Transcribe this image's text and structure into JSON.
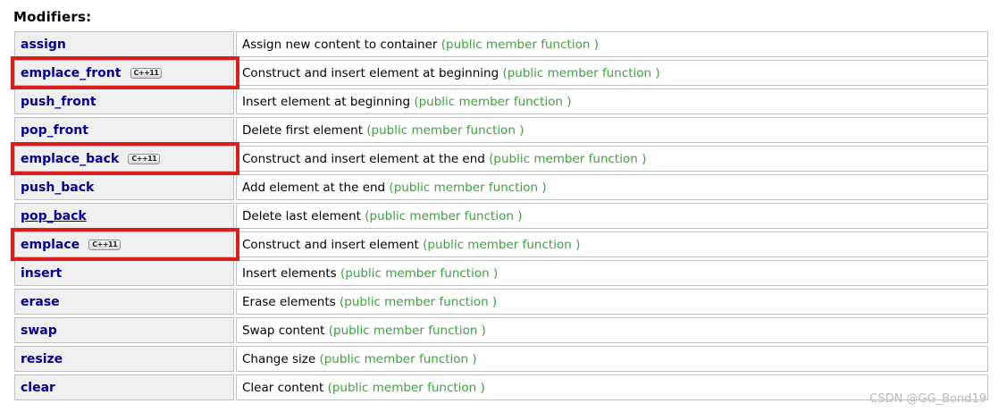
{
  "heading": "Modifiers:",
  "watermark": "CSDN @GG_Bond19",
  "colors": {
    "link_navy": "#000099",
    "member_type_green": "#3aa33a",
    "highlight_red": "#dd1c1c",
    "name_cell_bg": "#f0f0f0",
    "cell_border": "#c0c0c0",
    "watermark_gray": "#b8b8b8"
  },
  "badge_label": "C++11",
  "member_type_label": "(public member function )",
  "table": {
    "rows": [
      {
        "name": "assign",
        "badge": "",
        "description": "Assign new content to container",
        "member_type": "(public member function )",
        "highlighted": false,
        "underlined": false
      },
      {
        "name": "emplace_front",
        "badge": "C++11",
        "description": "Construct and insert element at beginning",
        "member_type": "(public member function )",
        "highlighted": true,
        "underlined": false
      },
      {
        "name": "push_front",
        "badge": "",
        "description": "Insert element at beginning",
        "member_type": "(public member function )",
        "highlighted": false,
        "underlined": false
      },
      {
        "name": "pop_front",
        "badge": "",
        "description": "Delete first element",
        "member_type": "(public member function )",
        "highlighted": false,
        "underlined": false
      },
      {
        "name": "emplace_back",
        "badge": "C++11",
        "description": "Construct and insert element at the end",
        "member_type": "(public member function )",
        "highlighted": true,
        "underlined": false
      },
      {
        "name": "push_back",
        "badge": "",
        "description": "Add element at the end",
        "member_type": "(public member function )",
        "highlighted": false,
        "underlined": false
      },
      {
        "name": "pop_back",
        "badge": "",
        "description": "Delete last element",
        "member_type": "(public member function )",
        "highlighted": false,
        "underlined": true
      },
      {
        "name": "emplace",
        "badge": "C++11",
        "description": "Construct and insert element",
        "member_type": "(public member function )",
        "highlighted": true,
        "underlined": false
      },
      {
        "name": "insert",
        "badge": "",
        "description": "Insert elements",
        "member_type": "(public member function )",
        "highlighted": false,
        "underlined": false
      },
      {
        "name": "erase",
        "badge": "",
        "description": "Erase elements",
        "member_type": "(public member function )",
        "highlighted": false,
        "underlined": false
      },
      {
        "name": "swap",
        "badge": "",
        "description": "Swap content",
        "member_type": "(public member function )",
        "highlighted": false,
        "underlined": false
      },
      {
        "name": "resize",
        "badge": "",
        "description": "Change size",
        "member_type": "(public member function )",
        "highlighted": false,
        "underlined": false
      },
      {
        "name": "clear",
        "badge": "",
        "description": "Clear content",
        "member_type": "(public member function )",
        "highlighted": false,
        "underlined": false
      }
    ]
  }
}
